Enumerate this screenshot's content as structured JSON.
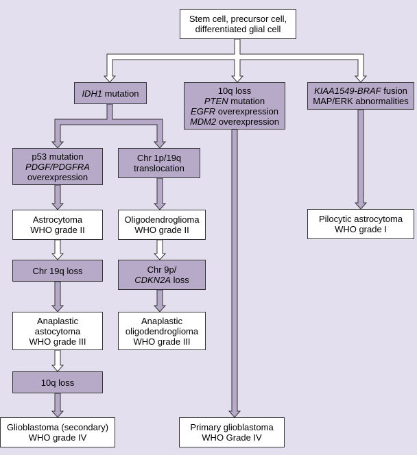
{
  "colors": {
    "background": "#e3dfee",
    "white_box": "#ffffff",
    "purple_box": "#b6aac8",
    "border": "#333333",
    "arrow_outline": "#333333",
    "arrow_fill_light": "#ffffff",
    "arrow_fill_purple": "#b6aac8"
  },
  "root": {
    "line1": "Stem cell, precursor cell,",
    "line2": "differentiated glial cell"
  },
  "idh1": {
    "gene": "IDH1",
    "rest": " mutation"
  },
  "ten_q_pten": {
    "line1": "10q loss",
    "line2_gene": "PTEN",
    "line2_rest": " mutation",
    "line3_gene": "EGFR",
    "line3_rest": " overexpression",
    "line4_gene": "MDM2",
    "line4_rest": " overexpression"
  },
  "kiaa": {
    "line1_gene": "KIAA1549-BRAF",
    "line1_rest": " fusion",
    "line2": "MAP/ERK abnormalities"
  },
  "p53": {
    "line1": "p53 mutation",
    "line2_gene": "PDGF/PDGFRA",
    "line3": "overexpression"
  },
  "chr1p19q": {
    "line1": "Chr 1p/19q",
    "line2": "translocation"
  },
  "astrocytoma": {
    "line1": "Astrocytoma",
    "line2": "WHO grade II"
  },
  "oligodendroglioma": {
    "line1": "Oligodendroglioma",
    "line2": "WHO grade II"
  },
  "pilocytic": {
    "line1": "Pilocytic astrocytoma",
    "line2": "WHO grade I"
  },
  "chr19q": {
    "line1": "Chr 19q loss"
  },
  "chr9p": {
    "line1": "Chr 9p/",
    "line2_gene": "CDKN2A",
    "line2_rest": " loss"
  },
  "anaplastic_astro": {
    "line1": "Anaplastic",
    "line2": "astocytoma",
    "line3": "WHO grade III"
  },
  "anaplastic_oligo": {
    "line1": "Anaplastic",
    "line2": "oligodendroglioma",
    "line3": "WHO grade III"
  },
  "ten_q_loss": {
    "line1": "10q loss"
  },
  "secondary_gbm": {
    "line1": "Glioblastoma (secondary)",
    "line2": "WHO grade IV"
  },
  "primary_gbm": {
    "line1": "Primary glioblastoma",
    "line2": "WHO Grade IV"
  }
}
